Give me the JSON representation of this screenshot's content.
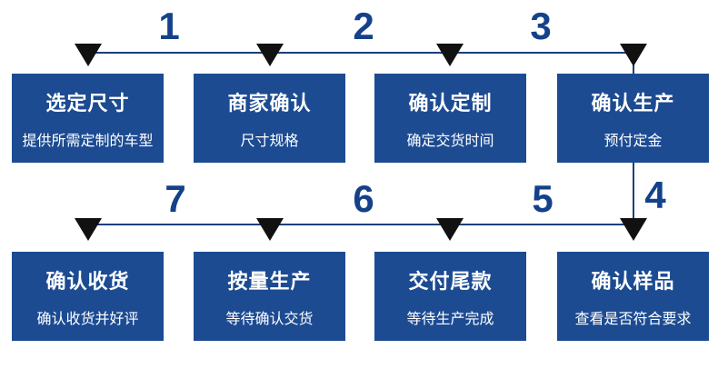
{
  "colors": {
    "box": "#1c4b92",
    "text": "#ffffff",
    "line": "#1b3f7d",
    "number": "#15418a",
    "arrow": "#111111",
    "bg": "#ffffff"
  },
  "sequence_numbers": [
    "1",
    "2",
    "3",
    "4",
    "5",
    "6",
    "7"
  ],
  "steps": [
    {
      "title": "选定尺寸",
      "subtitle": "提供所需定制的车型"
    },
    {
      "title": "商家确认",
      "subtitle": "尺寸规格"
    },
    {
      "title": "确认定制",
      "subtitle": "确定交货时间"
    },
    {
      "title": "确认生产",
      "subtitle": "预付定金"
    },
    {
      "title": "确认样品",
      "subtitle": "查看是否符合要求"
    },
    {
      "title": "交付尾款",
      "subtitle": "等待生产完成"
    },
    {
      "title": "按量生产",
      "subtitle": "等待确认交货"
    },
    {
      "title": "确认收货",
      "subtitle": "确认收货并好评"
    }
  ]
}
